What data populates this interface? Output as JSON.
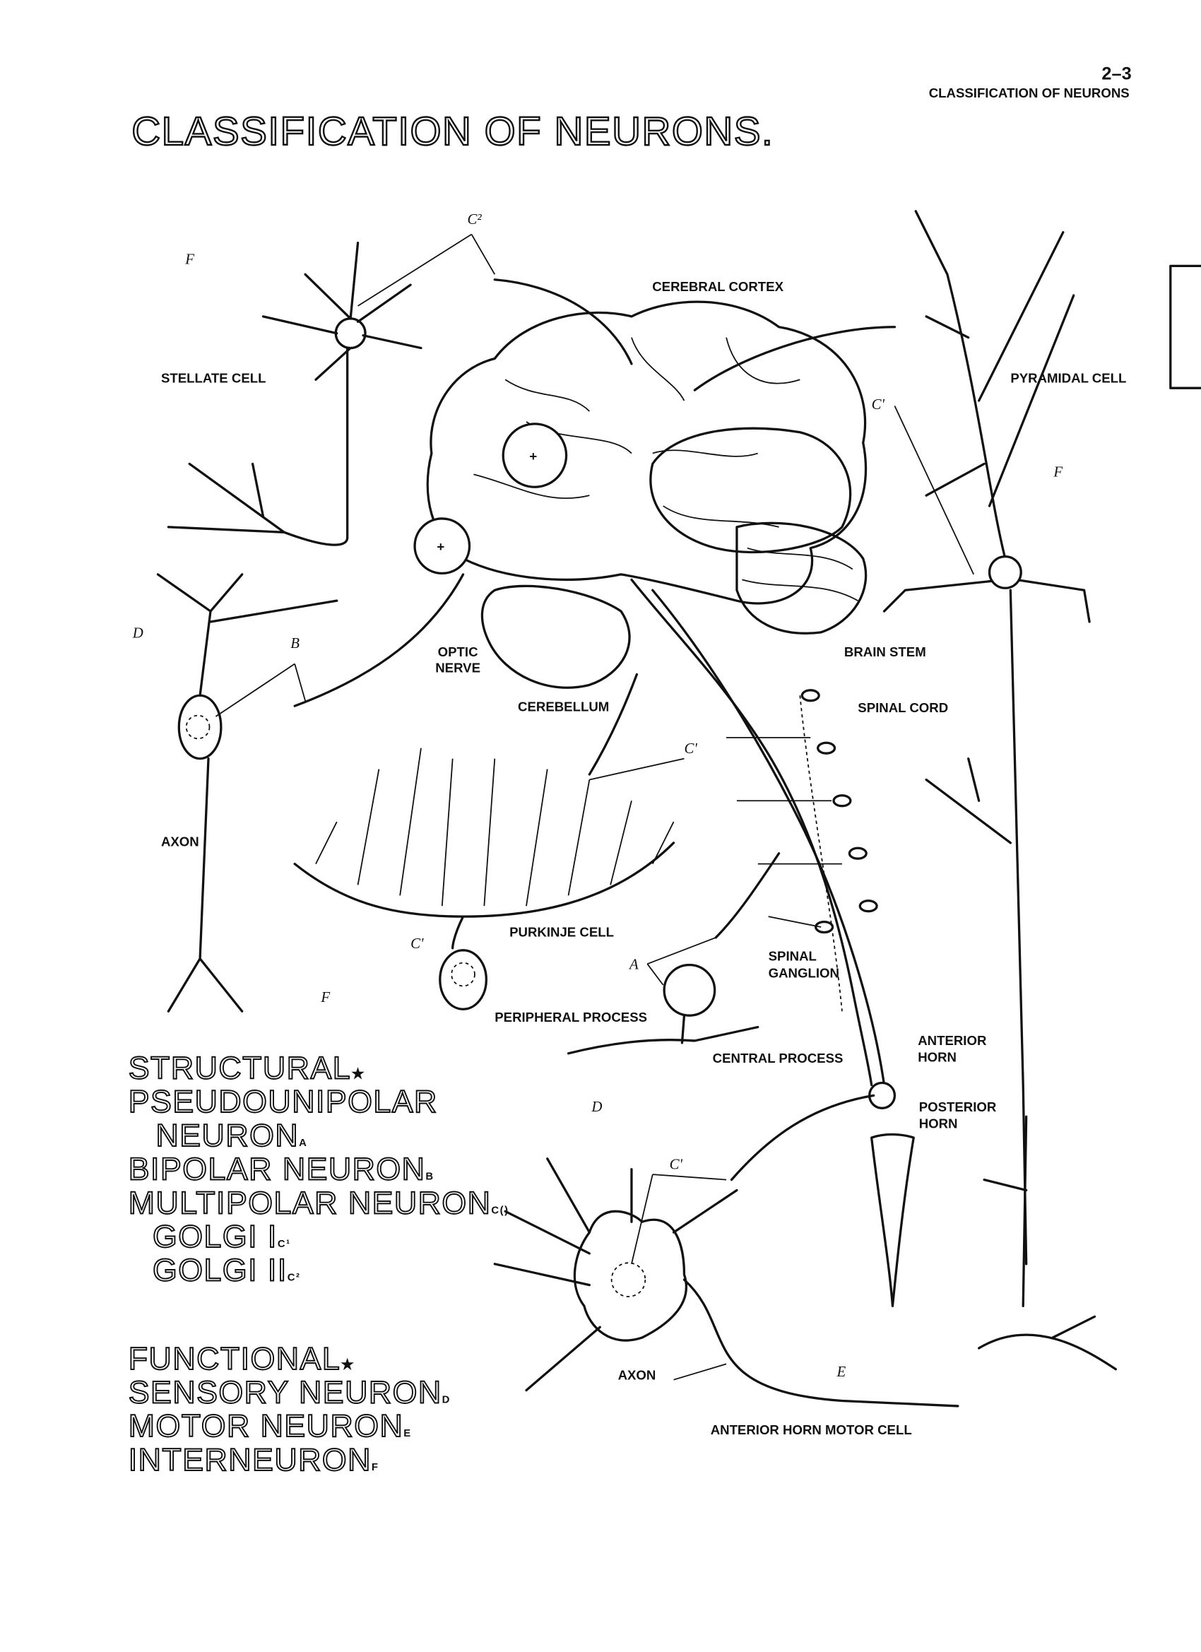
{
  "header": {
    "page_number": "2–3",
    "running_title": "CLASSIFICATION OF NEURONS"
  },
  "title": "CLASSIFICATION OF NEURONS.",
  "labels": {
    "cerebral_cortex": "CEREBRAL CORTEX",
    "stellate_cell": "STELLATE CELL",
    "pyramidal_cell": "PYRAMIDAL CELL",
    "optic_nerve_1": "OPTIC",
    "optic_nerve_2": "NERVE",
    "brain_stem": "BRAIN STEM",
    "cerebellum": "CEREBELLUM",
    "spinal_cord": "SPINAL CORD",
    "axon_1": "AXON",
    "purkinje_cell": "PURKINJE CELL",
    "spinal_ganglion_1": "SPINAL",
    "spinal_ganglion_2": "GANGLION",
    "peripheral_process": "PERIPHERAL PROCESS",
    "central_process": "CENTRAL PROCESS",
    "anterior_horn_1": "ANTERIOR",
    "anterior_horn_2": "HORN",
    "posterior_horn_1": "POSTERIOR",
    "posterior_horn_2": "HORN",
    "axon_2": "AXON",
    "anterior_horn_motor_cell": "ANTERIOR HORN MOTOR CELL"
  },
  "letters": {
    "c2_top": "C²",
    "f_stellate": "F",
    "c1_pyramidal": "C'",
    "f_pyramidal": "F",
    "d_bipolar": "D",
    "b_bipolar": "B",
    "c1_purkinje_top": "C'",
    "c1_purkinje": "C'",
    "a_pseudo": "A",
    "f_purkinje": "F",
    "d_pseudo": "D",
    "c1_motor": "C'",
    "e_motor": "E"
  },
  "legend": {
    "structural": {
      "heading": "STRUCTURAL",
      "marker": "★",
      "items": [
        {
          "text": "PSEUDOUNIPOLAR",
          "sub": ""
        },
        {
          "text": "NEURON",
          "sub": "A"
        },
        {
          "text": "BIPOLAR NEURON",
          "sub": "B"
        },
        {
          "text": "MULTIPOLAR NEURON",
          "sub": "C()"
        },
        {
          "text": "GOLGI I",
          "sub": "C¹"
        },
        {
          "text": "GOLGI II",
          "sub": "C²"
        }
      ]
    },
    "functional": {
      "heading": "FUNCTIONAL",
      "marker": "★",
      "items": [
        {
          "text": "SENSORY NEURON",
          "sub": "D"
        },
        {
          "text": "MOTOR NEURON",
          "sub": "E"
        },
        {
          "text": "INTERNEURON",
          "sub": "F"
        }
      ]
    }
  }
}
